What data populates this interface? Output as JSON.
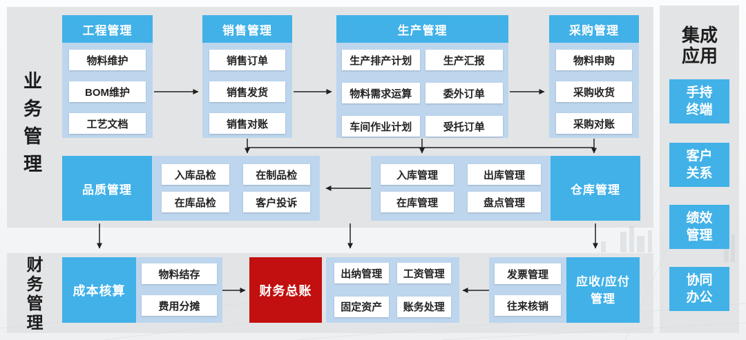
{
  "colors": {
    "accent_blue": "#41b1e8",
    "light_blue": "#bdd6ee",
    "panel_grey": "#e3e4e6",
    "alert_red": "#c20f0f",
    "arrow": "#1f1f1f"
  },
  "section_labels": {
    "business": "业务管理",
    "finance": "财务管理"
  },
  "top_columns": {
    "engineering": {
      "header": "工程管理",
      "items": [
        "物料维护",
        "BOM维护",
        "工艺文档"
      ]
    },
    "sales": {
      "header": "销售管理",
      "items": [
        "销售订单",
        "销售发货",
        "销售对账"
      ]
    },
    "production": {
      "header": "生产管理",
      "items_left": [
        "生产排产计划",
        "物料需求运算",
        "车间作业计划"
      ],
      "items_right": [
        "生产汇报",
        "委外订单",
        "受托订单"
      ]
    },
    "procurement": {
      "header": "采购管理",
      "items": [
        "物料申购",
        "采购收货",
        "采购对账"
      ]
    }
  },
  "middle": {
    "quality": {
      "header": "品质管理",
      "items": [
        "入库品检",
        "在制品检",
        "在库品检",
        "客户投诉"
      ]
    },
    "warehouse": {
      "header": "仓库管理",
      "items": [
        "入库管理",
        "出库管理",
        "在库管理",
        "盘点管理"
      ]
    }
  },
  "bottom": {
    "cost": {
      "header": "成本核算",
      "items": [
        "物料结存",
        "费用分摊"
      ]
    },
    "ledger": {
      "header": "财务总账"
    },
    "finance_ops": {
      "items": [
        "出纳管理",
        "工资管理",
        "固定资产",
        "账务处理"
      ]
    },
    "receivable": {
      "header": "应收/应付管理",
      "items": [
        "发票管理",
        "往来核销"
      ]
    }
  },
  "integration": {
    "title": "集成应用",
    "apps": [
      "手持终端",
      "客户关系",
      "绩效管理",
      "协同办公"
    ]
  }
}
